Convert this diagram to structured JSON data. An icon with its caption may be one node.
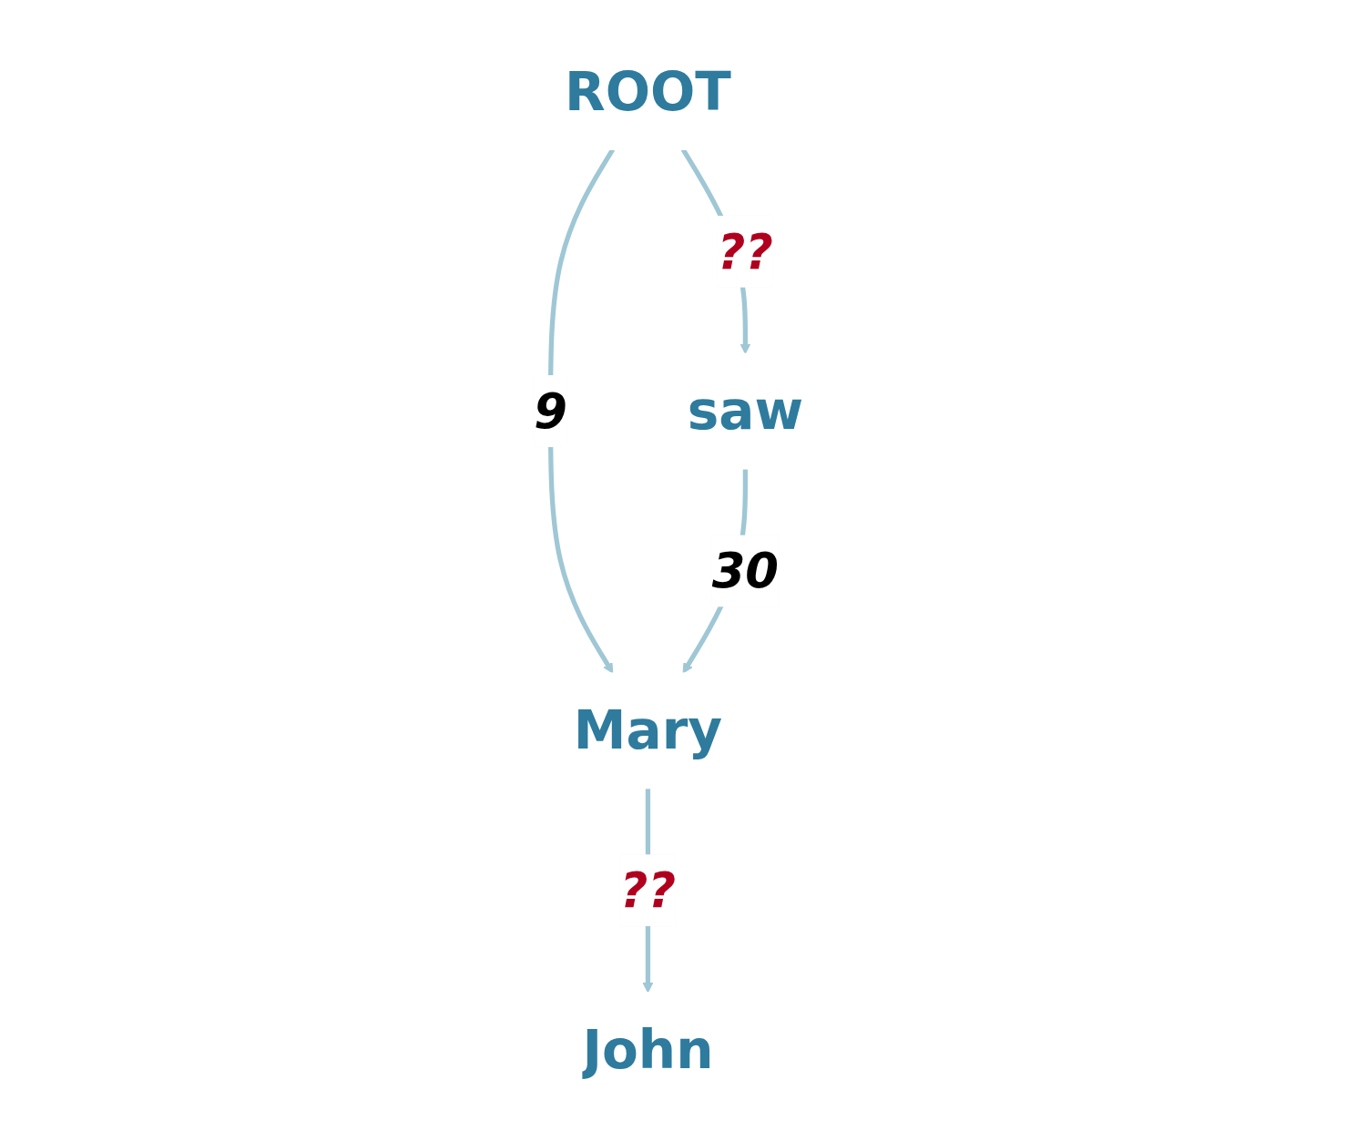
{
  "diagram": {
    "nodes": [
      {
        "text": [
          "ROOT"
        ]
      },
      {
        "text": [
          "saw"
        ]
      },
      {
        "text": [
          "Mary"
        ]
      },
      {
        "text": [
          "John"
        ]
      }
    ],
    "edges": [
      {
        "from": 0,
        "to": 2,
        "arrow": "to",
        "label": "9"
      },
      {
        "from": 0,
        "to": 1,
        "arrow": "to",
        "label": "??"
      },
      {
        "from": 1,
        "to": 2,
        "arrow": "to",
        "label": "30"
      },
      {
        "from": 2,
        "to": 3,
        "arrow": "to",
        "label": "??"
      }
    ]
  }
}
